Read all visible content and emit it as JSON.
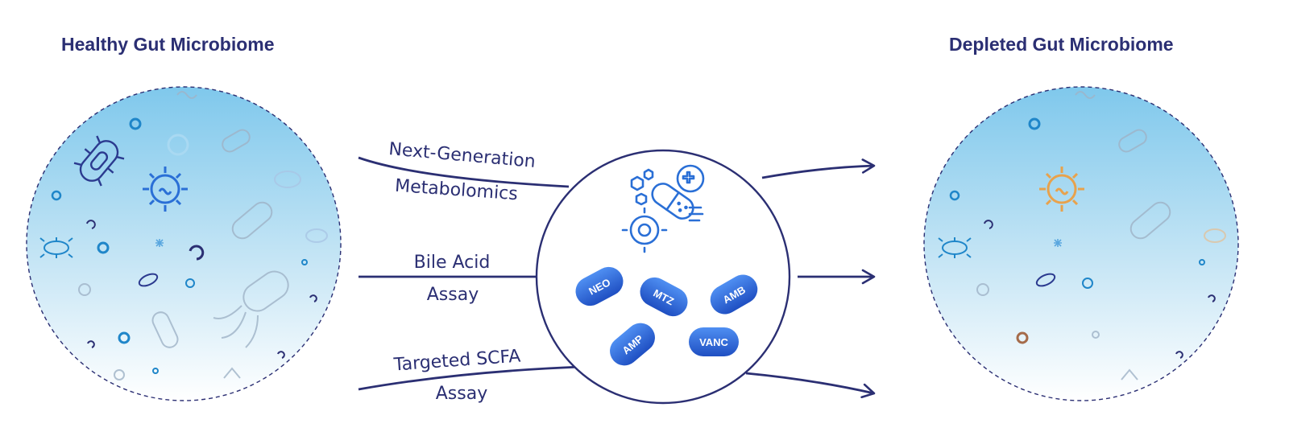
{
  "left_title": "Healthy Gut Microbiome",
  "right_title": "Depleted Gut Microbiome",
  "assays": {
    "top": [
      "Next-Generation",
      "Metabolomics"
    ],
    "middle": [
      "Bile Acid",
      "Assay"
    ],
    "bottom": [
      "Targeted SCFA",
      "Assay"
    ]
  },
  "antibiotics": [
    "NEO",
    "MTZ",
    "AMB",
    "AMP",
    "VANC"
  ],
  "colors": {
    "navy": "#2b2f73",
    "microbe_blue": "#2a6fd6",
    "pill_blue": "#2f6de0",
    "circle_gradient_top": "#7fc8ec",
    "circle_gradient_bottom": "#ffffff",
    "depleted_sun": "#e8a24c",
    "depleted_ring": "#a56b4a"
  },
  "icons": [
    "capsule-icon",
    "medical-cross-icon",
    "target-bacteria-icon",
    "hexagon-molecule-icon",
    "arrow-right-icon"
  ]
}
